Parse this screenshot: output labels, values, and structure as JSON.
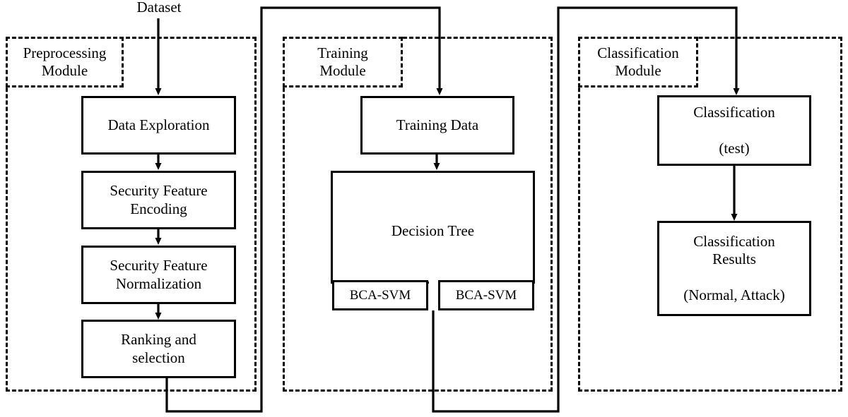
{
  "diagram": {
    "title": "Dataset",
    "entry_label": "Dataset",
    "modules": [
      {
        "id": "preprocessing",
        "label": "Preprocessing\nModule",
        "label_line1": "Preprocessing",
        "label_line2": "Module",
        "nodes": [
          {
            "id": "data-exploration",
            "label": "Data Exploration",
            "line1": "Data Exploration",
            "line2": ""
          },
          {
            "id": "security-feature-encoding",
            "label": "Security Feature Encoding",
            "line1": "Security Feature",
            "line2": "Encoding"
          },
          {
            "id": "security-feature-normalization",
            "label": "Security Feature Normalization",
            "line1": "Security Feature",
            "line2": "Normalization"
          },
          {
            "id": "ranking-and-selection",
            "label": "Ranking and selection",
            "line1": "Ranking and",
            "line2": "selection"
          }
        ]
      },
      {
        "id": "training",
        "label": "Training\nModule",
        "label_line1": "Training",
        "label_line2": "Module",
        "nodes": [
          {
            "id": "training-data",
            "label": "Training Data",
            "line1": "Training Data",
            "line2": ""
          },
          {
            "id": "decision-tree",
            "label": "Decision Tree",
            "line1": "Decision Tree",
            "line2": ""
          }
        ],
        "leaves": [
          {
            "id": "bca-svm-left",
            "label": "BCA-SVM"
          },
          {
            "id": "bca-svm-right",
            "label": "BCA-SVM"
          }
        ]
      },
      {
        "id": "classification",
        "label": "Classification\nModule",
        "label_line1": "Classification",
        "label_line2": "Module",
        "nodes": [
          {
            "id": "classification-test",
            "label": "Classification (test)",
            "line1": "Classification",
            "line2": "(test)"
          },
          {
            "id": "classification-results",
            "label": "Classification Results (Normal, Attack)",
            "line1": "Classification",
            "line1b": "Results",
            "line2": "(Normal, Attack)"
          }
        ]
      }
    ],
    "colors": {
      "stroke": "#000000",
      "background": "#ffffff",
      "text": "#000000"
    }
  }
}
